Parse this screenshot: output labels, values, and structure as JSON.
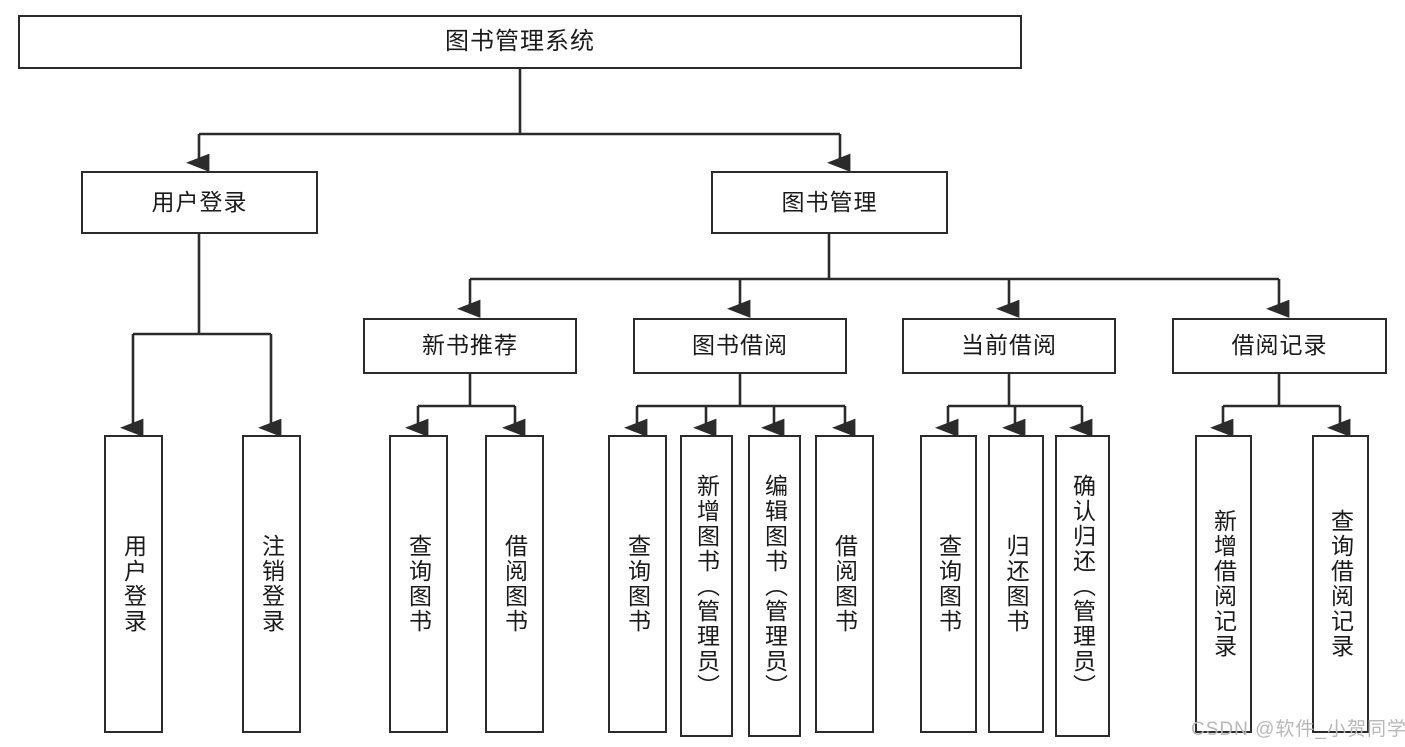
{
  "diagram": {
    "title": "图书管理系统",
    "type": "hierarchy-tree",
    "root": {
      "label": "图书管理系统"
    },
    "level1": [
      {
        "label": "用户登录"
      },
      {
        "label": "图书管理"
      }
    ],
    "level2": [
      {
        "label": "新书推荐"
      },
      {
        "label": "图书借阅"
      },
      {
        "label": "当前借阅"
      },
      {
        "label": "借阅记录"
      }
    ],
    "leaves": {
      "user_login": [
        {
          "label": "用户登录"
        },
        {
          "label": "注销登录"
        }
      ],
      "new_book_recommend": [
        {
          "label": "查询图书"
        },
        {
          "label": "借阅图书"
        }
      ],
      "book_borrow": [
        {
          "label": "查询图书"
        },
        {
          "label": "新增图书（管理员）"
        },
        {
          "label": "编辑图书（管理员）"
        },
        {
          "label": "借阅图书"
        }
      ],
      "current_borrow": [
        {
          "label": "查询图书"
        },
        {
          "label": "归还图书"
        },
        {
          "label": "确认归还（管理员）"
        }
      ],
      "borrow_record": [
        {
          "label": "新增借阅记录"
        },
        {
          "label": "查询借阅记录"
        }
      ]
    }
  },
  "watermark": {
    "text": "CSDN @软件_小贺同学"
  },
  "colors": {
    "border": "#2b2b2b",
    "background": "#ffffff",
    "text": "#1a1a1a",
    "watermark": "#b8b8b8"
  }
}
